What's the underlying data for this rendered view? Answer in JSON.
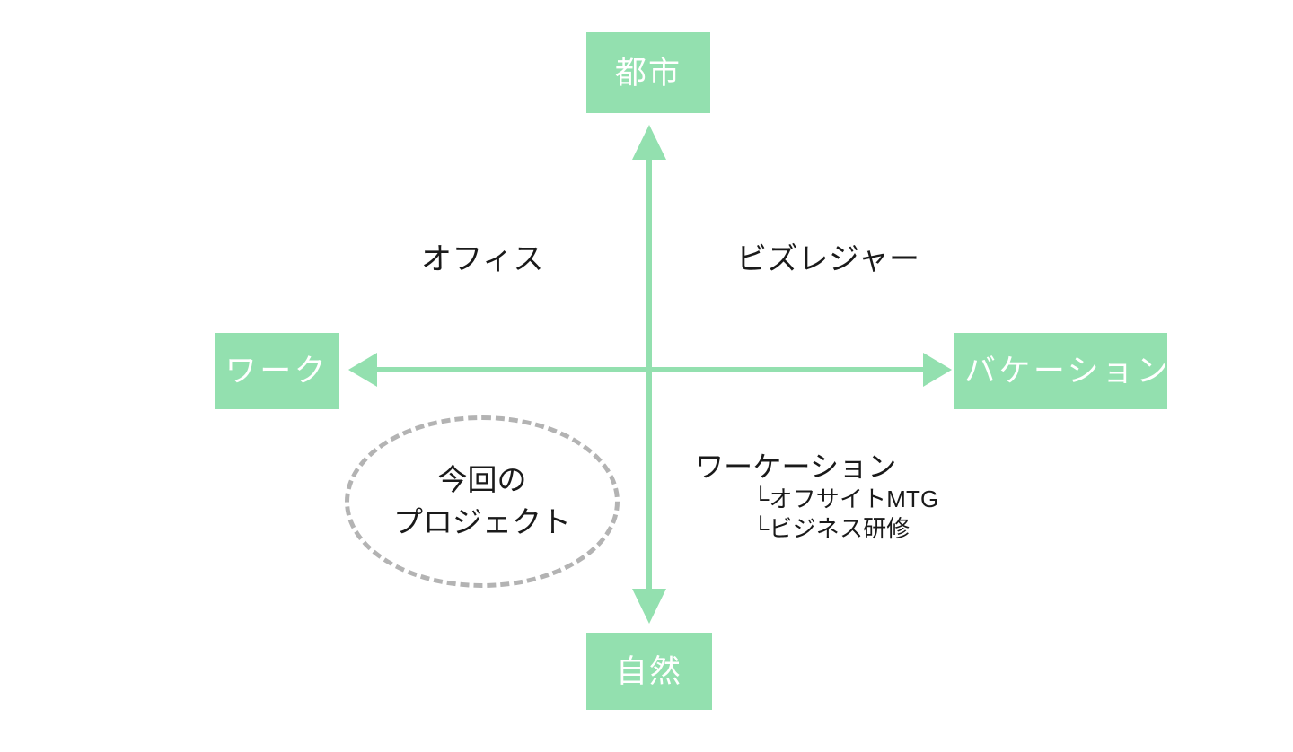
{
  "diagram": {
    "type": "two-axis-quadrant-matrix",
    "background_color": "#ffffff",
    "accent_color": "#93E0AF",
    "text_color": "#1a1a1a",
    "ellipse_color": "#b3b3b3",
    "axes": {
      "vertical": {
        "top_label": "都市",
        "bottom_label": "自然"
      },
      "horizontal": {
        "left_label": "ワーク",
        "right_label": "バケーション"
      }
    },
    "quadrants": [
      {
        "position": "top-left",
        "label": "オフィス"
      },
      {
        "position": "top-right",
        "label": "ビズレジャー"
      }
    ],
    "annotations": {
      "workation": {
        "title": "ワーケーション",
        "items": [
          "└オフサイトMTG",
          "└ビジネス研修"
        ]
      },
      "project_bubble": {
        "lines": [
          "今回の",
          "プロジェクト"
        ]
      }
    }
  }
}
